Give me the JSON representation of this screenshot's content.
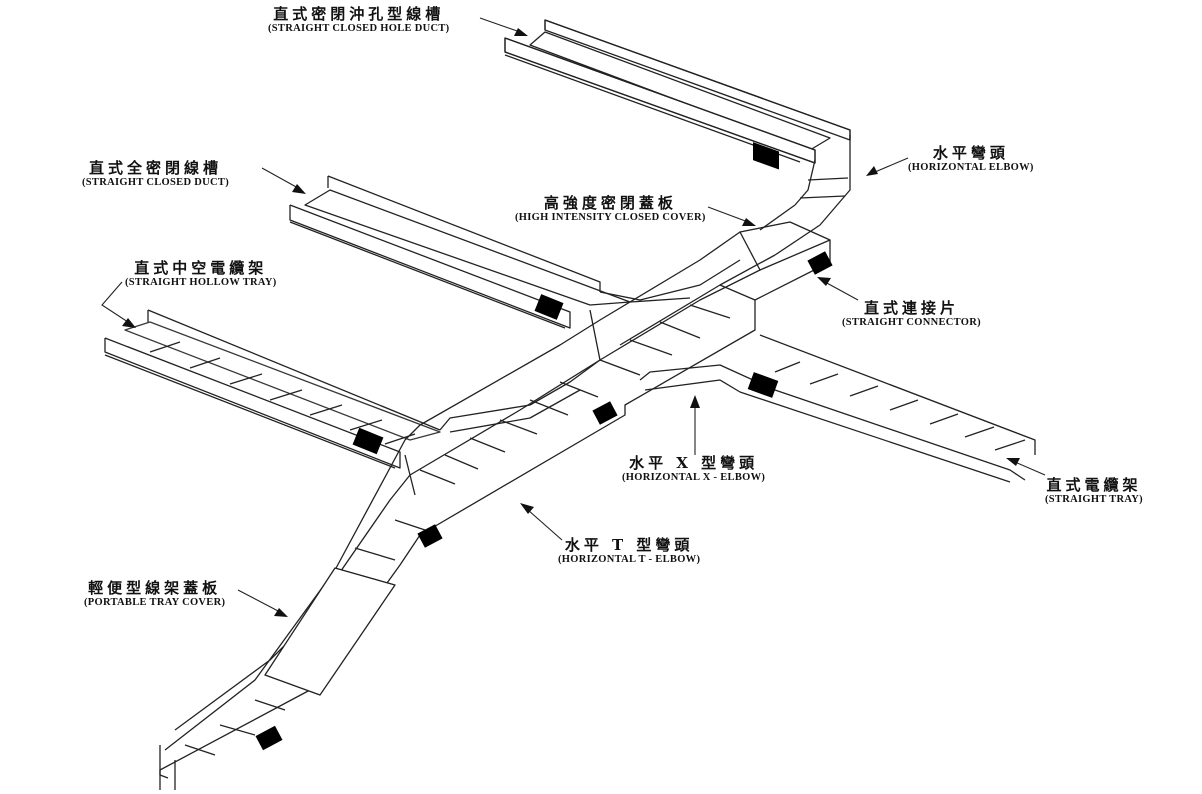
{
  "diagram": {
    "type": "cable tray system isometric illustration",
    "colors": {
      "line": "#222222",
      "background": "#ffffff",
      "text": "#111111"
    }
  },
  "labels": [
    {
      "id": "straight-closed-hole-duct",
      "zh": "直式密閉沖孔型線槽",
      "en": "(STRAIGHT CLOSED HOLE DUCT)"
    },
    {
      "id": "straight-closed-duct",
      "zh": "直式全密閉線槽",
      "en": "(STRAIGHT CLOSED  DUCT)"
    },
    {
      "id": "high-intensity-closed-cover",
      "zh": "高強度密閉蓋板",
      "en": "(HIGH INTENSITY CLOSED COVER)"
    },
    {
      "id": "horizontal-elbow",
      "zh": "水平彎頭",
      "en": "(HORIZONTAL ELBOW)"
    },
    {
      "id": "straight-hollow-tray",
      "zh": "直式中空電纜架",
      "en": "(STRAIGHT HOLLOW TRAY)"
    },
    {
      "id": "straight-connector",
      "zh": "直式連接片",
      "en": "(STRAIGHT CONNECTOR)"
    },
    {
      "id": "horizontal-x-elbow",
      "zh": "水平 X 型彎頭",
      "en": "(HORIZONTAL X - ELBOW)"
    },
    {
      "id": "straight-tray",
      "zh": "直式電纜架",
      "en": "(STRAIGHT TRAY)"
    },
    {
      "id": "horizontal-t-elbow",
      "zh": "水平 T 型彎頭",
      "en": "(HORIZONTAL T - ELBOW)"
    },
    {
      "id": "portable-tray-cover",
      "zh": "輕便型線架蓋板",
      "en": "(PORTABLE TRAY COVER)"
    }
  ]
}
